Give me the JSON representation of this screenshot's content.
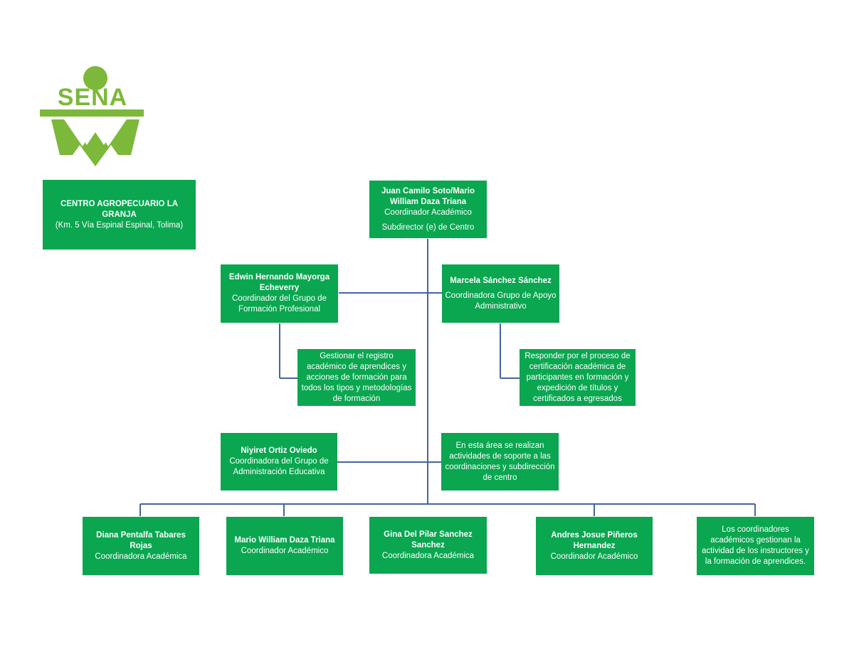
{
  "logo": {
    "text": "SENA",
    "color": "#7cb83a"
  },
  "colors": {
    "box": "#0aa650",
    "line": "#4464a4"
  },
  "center": {
    "title": "CENTRO AGROPECUARIO LA GRANJA",
    "address": "(Km.  5 Vía Espinal  Espinal, Tolima)"
  },
  "top": {
    "name": "Juan Camilo Soto/Mario William Daza Triana",
    "role": "Coordinador Académico",
    "role2": "Subdirector (e) de Centro"
  },
  "edwin": {
    "name": "Edwin Hernando Mayorga Echeverry",
    "role": "Coordinador del Grupo de Formación Profesional"
  },
  "marcela": {
    "name": "Marcela Sánchez Sánchez",
    "role": "Coordinadora Grupo de Apoyo Administrativo"
  },
  "edwin_task": {
    "text": "Gestionar el registro académico de aprendices y acciones de formación para todos los tipos y metodologías de formación"
  },
  "marcela_task": {
    "text": "Responder por el proceso de certificación académica de participantes en formación y expedición de títulos y certificados a egresados"
  },
  "niyiret": {
    "name": "Niyiret Ortiz Oviedo",
    "role": "Coordinadora del Grupo de Administración Educativa"
  },
  "niyiret_task": {
    "text": "En esta área se realizan actividades de soporte a las coordinaciones y subdirección de centro"
  },
  "bottom": {
    "diana": {
      "name": "Diana Pentalfa Tabares Rojas",
      "role": "Coordinadora Académica"
    },
    "mario": {
      "name": "Mario William Daza Triana",
      "role": "Coordinador Académico"
    },
    "gina": {
      "name": "Gina Del Pilar Sanchez Sanchez",
      "role": "Coordinadora Académica"
    },
    "andres": {
      "name": "Andres Josue Piñeros Hernandez",
      "role": "Coordinador Académico"
    },
    "note": {
      "text": "Los coordinadores académicos gestionan la actividad de los instructores y la formación de aprendices."
    }
  }
}
